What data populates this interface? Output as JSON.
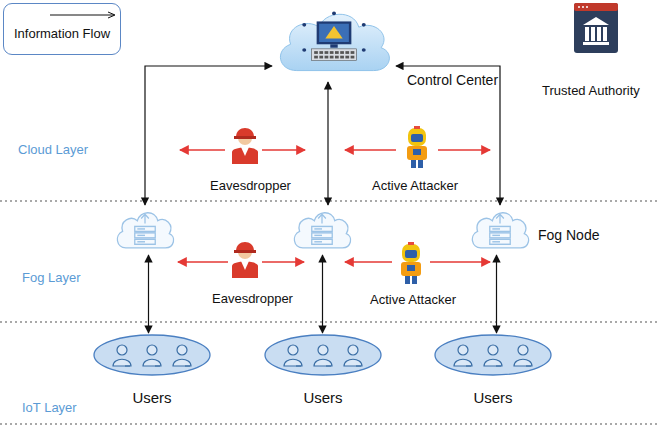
{
  "diagram": {
    "nodes": [
      {
        "text": [
          "Control Center"
        ]
      },
      {
        "text": []
      },
      {
        "text": []
      },
      {
        "text": [
          "Fog Node"
        ]
      },
      {
        "text": [
          "Users"
        ]
      },
      {
        "text": [
          "Users"
        ]
      },
      {
        "text": [
          "Users"
        ]
      }
    ],
    "edges": [
      {
        "from": 0,
        "to": 1,
        "arrow": "both"
      },
      {
        "from": 0,
        "to": 2,
        "arrow": "both"
      },
      {
        "from": 0,
        "to": 3,
        "arrow": "both"
      },
      {
        "from": 1,
        "to": 4,
        "arrow": "both"
      },
      {
        "from": 2,
        "to": 5,
        "arrow": "both"
      },
      {
        "from": 3,
        "to": 6,
        "arrow": "both"
      }
    ],
    "labels": [
      "Trusted Authority",
      "Cloud Layer",
      "Eavesdropper",
      "Active Attacker",
      "Fog Layer",
      "Eavesdropper",
      "Active Attacker",
      "IoT Layer"
    ],
    "legend": [
      {
        "text": "Information Flow"
      }
    ]
  }
}
